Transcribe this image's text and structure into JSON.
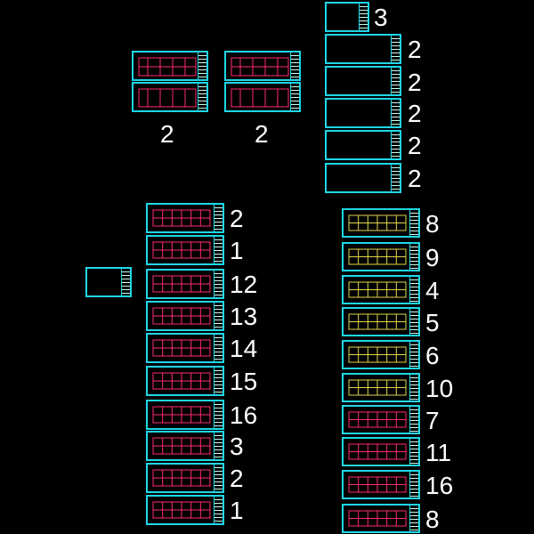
{
  "sheet_counts": {
    "top_left_a": "2",
    "top_left_b": "2",
    "right_col": [
      "3",
      "2",
      "2",
      "2",
      "2",
      "2"
    ],
    "mid_col": [
      "2",
      "1",
      "12",
      "13",
      "14",
      "15",
      "16",
      "3",
      "2",
      "1"
    ],
    "far_col": [
      "8",
      "9",
      "4",
      "5",
      "6",
      "10",
      "7",
      "11",
      "16",
      "8"
    ]
  },
  "colors": {
    "frame": "#1fd7e6",
    "grid": "#ff2d6b",
    "wall": "#e0d64a",
    "bg": "#000000"
  }
}
